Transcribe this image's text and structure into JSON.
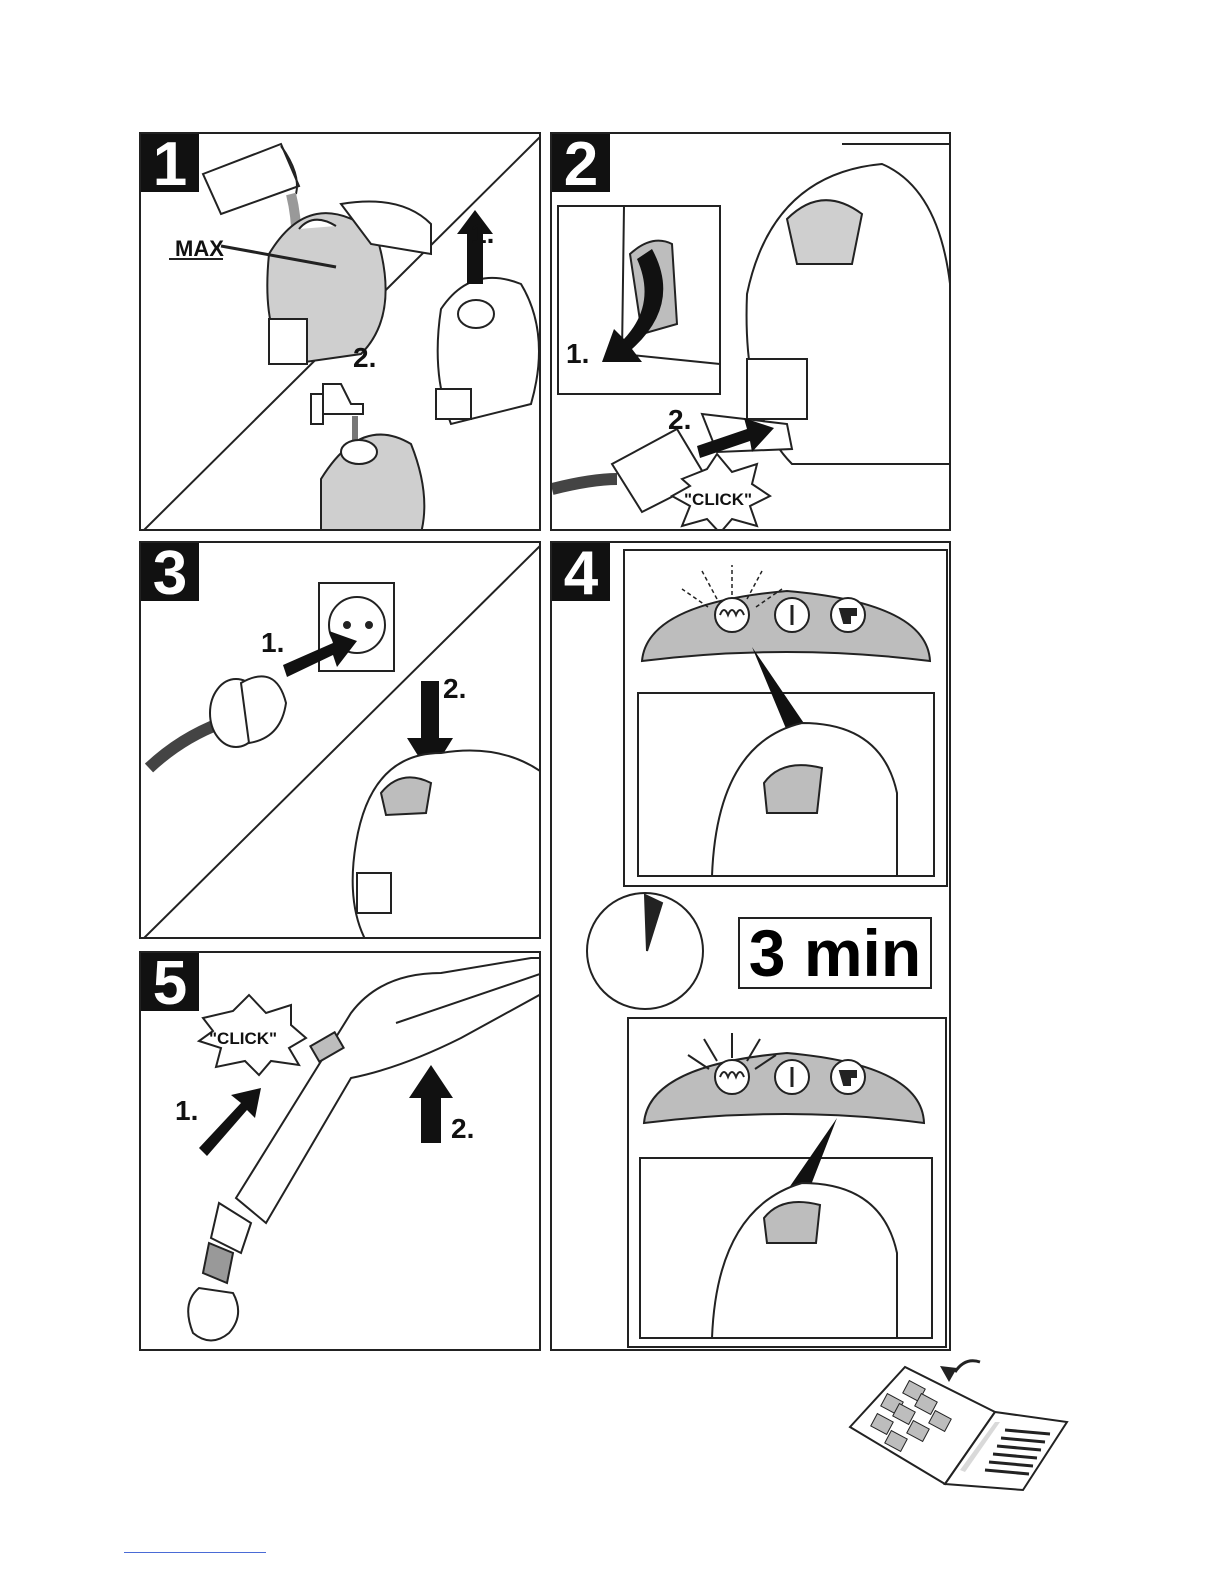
{
  "panels": [
    {
      "number": "1",
      "step1": "1.",
      "step2": "2.",
      "max_label": "MAX"
    },
    {
      "number": "2",
      "step1": "1.",
      "step2": "2.",
      "click": "\"CLICK\""
    },
    {
      "number": "3",
      "step1": "1.",
      "step2": "2."
    },
    {
      "number": "4",
      "timer": "3 min"
    },
    {
      "number": "5",
      "step1": "1.",
      "step2": "2.",
      "click": "\"CLICK\""
    }
  ],
  "device_max_mark": "MAX",
  "colors": {
    "line": "#222222",
    "fill_gray": "#bdbdbd",
    "light_gray": "#d9d9d9",
    "footer_rule": "#4a6bd6"
  },
  "icons": [
    "heating-indicator-icon",
    "power-icon",
    "steam-icon",
    "clock-icon",
    "manual-icon"
  ]
}
